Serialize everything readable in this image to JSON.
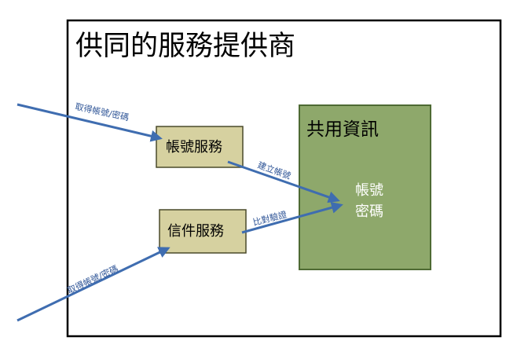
{
  "title": "供同的服務提供商",
  "account_service": {
    "label": "帳號服務"
  },
  "mail_service": {
    "label": "信件服務"
  },
  "shared_info": {
    "title": "共用資訊",
    "line1": "帳號",
    "line2": "密碼"
  },
  "edges": {
    "get_credentials_top": "取得帳號/密碼",
    "create_account": "建立帳號",
    "compare_verify": "比對驗證",
    "get_credentials_bottom": "取得帳號/密碼"
  },
  "colors": {
    "service_fill": "#d6d1a0",
    "service_stroke": "#4a4a2a",
    "shared_fill": "#8ea86b",
    "shared_stroke": "#4e6a33",
    "arrow": "#3f6db0"
  }
}
